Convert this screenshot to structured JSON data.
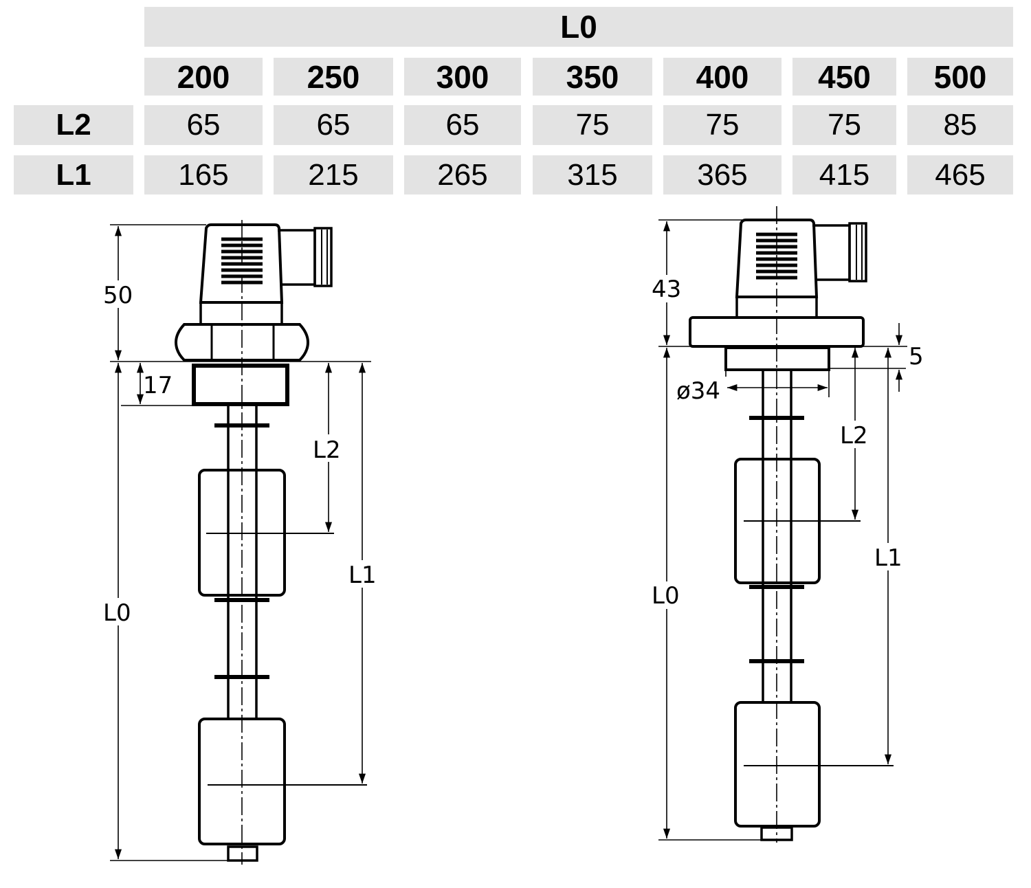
{
  "table": {
    "group_header": "L0",
    "columns": [
      "200",
      "250",
      "300",
      "350",
      "400",
      "450",
      "500"
    ],
    "rows": [
      {
        "label": "L2",
        "values": [
          "65",
          "65",
          "65",
          "75",
          "75",
          "75",
          "85"
        ]
      },
      {
        "label": "L1",
        "values": [
          "165",
          "215",
          "265",
          "315",
          "365",
          "415",
          "465"
        ]
      }
    ]
  },
  "drawing_left": {
    "dim_head": "50",
    "dim_thread": "17",
    "dim_l2": "L2",
    "dim_l1": "L1",
    "dim_l0": "L0"
  },
  "drawing_right": {
    "dim_head": "43",
    "dim_flange": "5",
    "dim_diameter": "ø34",
    "dim_l2": "L2",
    "dim_l1": "L1",
    "dim_l0": "L0"
  },
  "colors": {
    "cell_bg": "#e3e3e3",
    "line": "#000000"
  }
}
